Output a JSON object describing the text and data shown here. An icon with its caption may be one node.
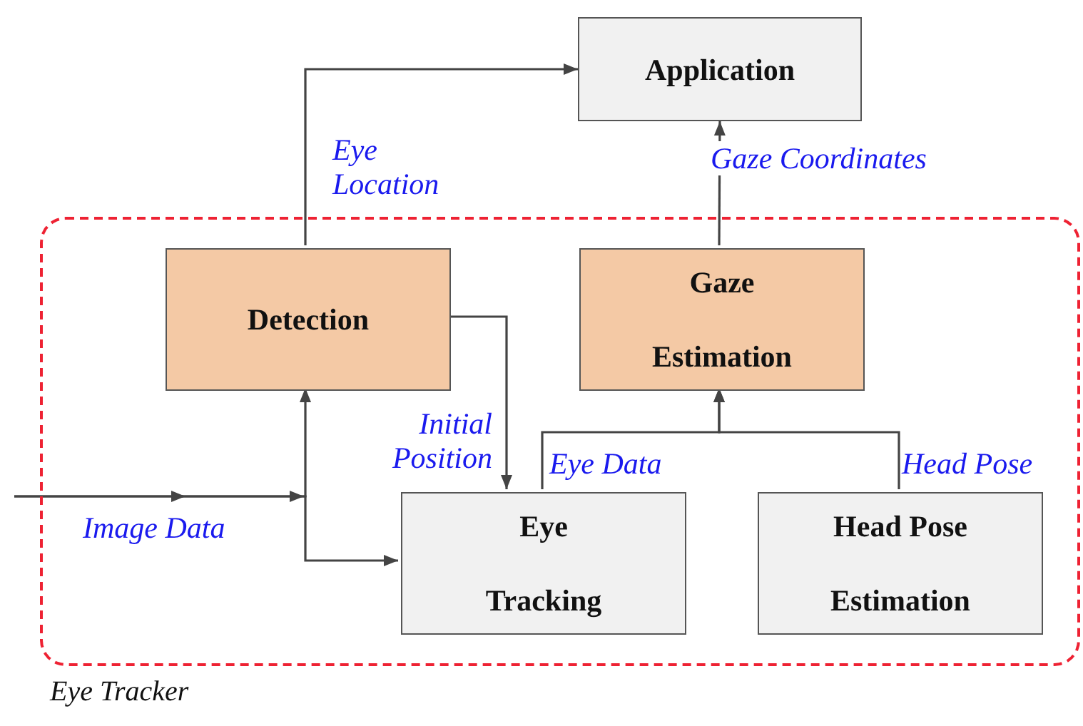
{
  "diagram": {
    "nodes": [
      {
        "text": [
          "Eye Tracker"
        ]
      },
      {
        "text": [
          "Application"
        ]
      },
      {
        "text": [
          "Detection"
        ],
        "in": 0
      },
      {
        "text": [
          "Gaze Estimation"
        ],
        "in": 0
      },
      {
        "text": [
          "Eye Tracking"
        ],
        "in": 0
      },
      {
        "text": [
          "Head Pose Estimation"
        ],
        "in": 0
      }
    ],
    "edges": [
      {
        "from": null,
        "to": 2,
        "arrow": "to",
        "label": "Image Data"
      },
      {
        "from": null,
        "to": 4,
        "arrow": "to"
      },
      {
        "from": 2,
        "to": 1,
        "arrow": "to",
        "label": "Eye Location"
      },
      {
        "from": 2,
        "to": 4,
        "arrow": "to",
        "label": "Initial Position"
      },
      {
        "from": 4,
        "to": 3,
        "arrow": "to",
        "label": "Eye Data"
      },
      {
        "from": 5,
        "to": 3,
        "arrow": "to",
        "label": "Head Pose"
      },
      {
        "from": 3,
        "to": 1,
        "arrow": "to",
        "label": "Gaze Coordinates"
      }
    ]
  }
}
